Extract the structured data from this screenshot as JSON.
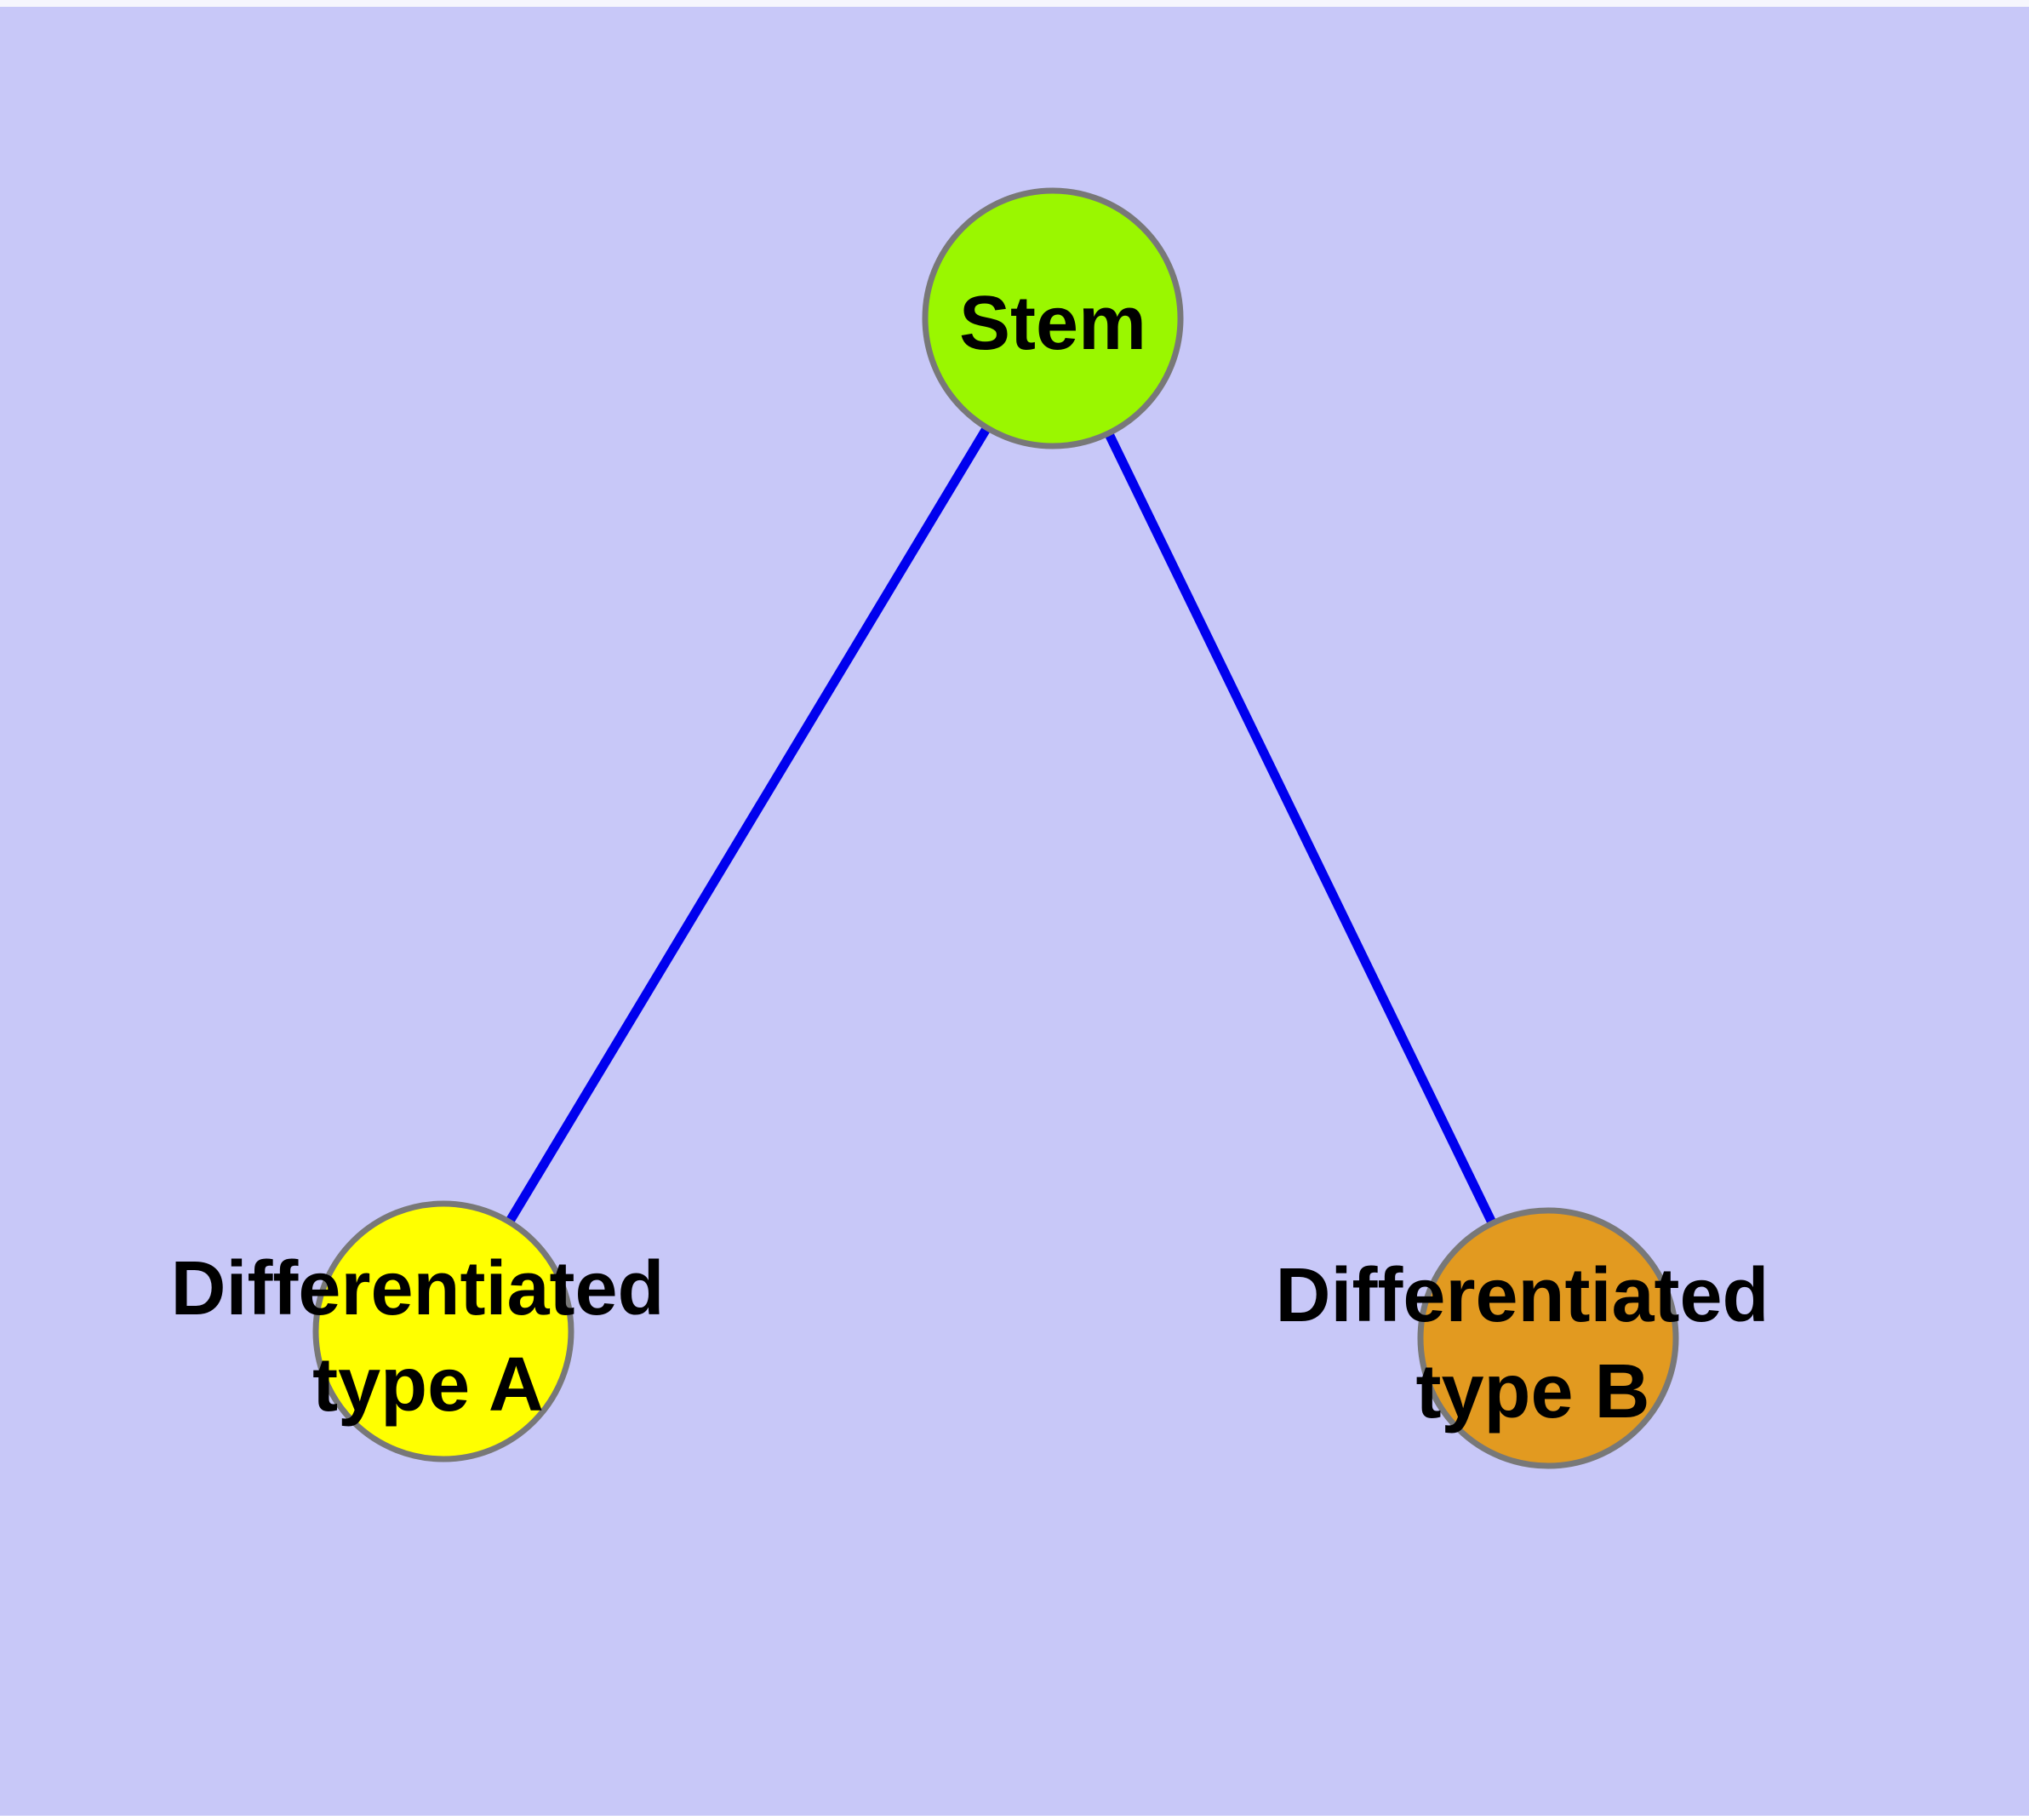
{
  "diagram": {
    "type": "node-link-graph",
    "background_color": "#C8C8F8",
    "top_strip_color": "#F6F6FD",
    "bottom_strip_color": "#FFFFFF",
    "edge_color": "#0000EE",
    "node_border_color": "#787878",
    "label_color": "#000000",
    "nodes": [
      {
        "id": "stem",
        "label": "Stem",
        "fill_color": "#9AF700"
      },
      {
        "id": "differentiated-type-a",
        "label_line1": "Differentiated",
        "label_line2": "type A",
        "fill_color": "#FFFF00"
      },
      {
        "id": "differentiated-type-b",
        "label_line1": "Differentiated",
        "label_line2": "type B",
        "fill_color": "#E29A20"
      }
    ],
    "edges": [
      {
        "from": "Stem",
        "to": "Differentiated type A"
      },
      {
        "from": "Stem",
        "to": "Differentiated type B"
      }
    ]
  }
}
